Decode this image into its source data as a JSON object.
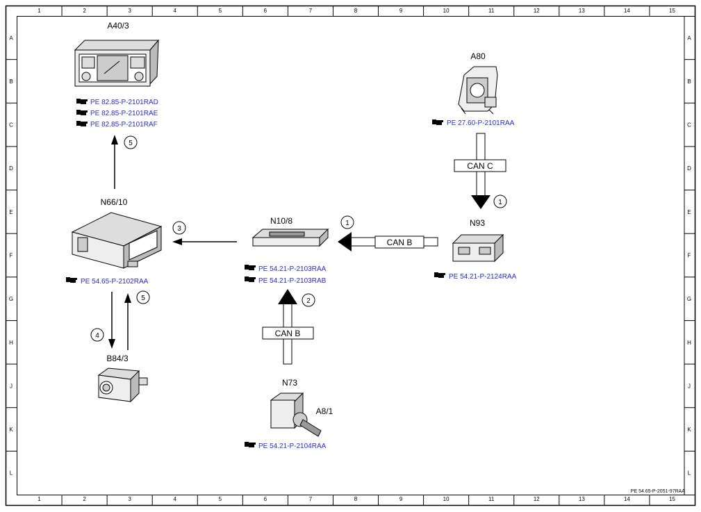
{
  "frame": {
    "columns": [
      "1",
      "2",
      "3",
      "4",
      "5",
      "6",
      "7",
      "8",
      "9",
      "10",
      "11",
      "12",
      "13",
      "14",
      "15"
    ],
    "rows": [
      "A",
      "B",
      "C",
      "D",
      "E",
      "F",
      "G",
      "H",
      "J",
      "K",
      "L"
    ],
    "doc_id": "PE 54.65-P-2051-97RAA"
  },
  "components": {
    "a40_3": {
      "label": "A40/3",
      "refs": [
        "PE 82.85-P-2101RAD",
        "PE 82.85-P-2101RAE",
        "PE 82.85-P-2101RAF"
      ]
    },
    "a80": {
      "label": "A80",
      "refs": [
        "PE 27.60-P-2101RAA"
      ]
    },
    "n66_10": {
      "label": "N66/10",
      "refs": [
        "PE 54.65-P-2102RAA"
      ]
    },
    "n10_8": {
      "label": "N10/8",
      "refs": [
        "PE 54.21-P-2103RAA",
        "PE 54.21-P-2103RAB"
      ]
    },
    "n93": {
      "label": "N93",
      "refs": [
        "PE 54.21-P-2124RAA"
      ]
    },
    "b84_3": {
      "label": "B84/3"
    },
    "n73": {
      "label": "N73",
      "refs": [
        "PE 54.21-P-2104RAA"
      ]
    },
    "a8_1": {
      "label": "A8/1"
    }
  },
  "connections": {
    "can_c": "CAN C",
    "can_b_horizontal": "CAN B",
    "can_b_vertical": "CAN B",
    "step_a40": "5",
    "step_a80": "1",
    "step_n10": "1",
    "step_n66": "3",
    "step_n73": "2",
    "step_b84_down": "4",
    "step_b84_up": "5"
  },
  "icons": {
    "reference": "hand-pointer-icon"
  }
}
